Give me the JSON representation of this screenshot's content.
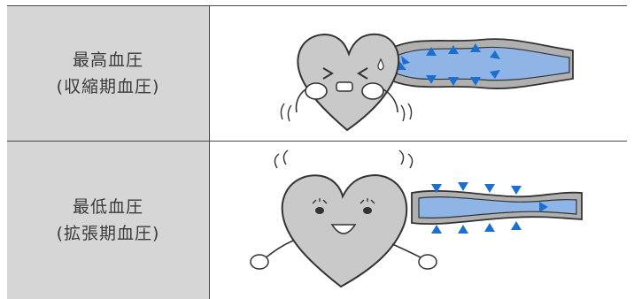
{
  "rows": [
    {
      "label_main": "最高血圧",
      "label_sub": "(収縮期血圧)",
      "illustration_icon": "heart-squeezing-artery-expanding-icon"
    },
    {
      "label_main": "最低血圧",
      "label_sub": "(拡張期血圧)",
      "illustration_icon": "heart-relaxing-artery-recoiling-icon"
    }
  ],
  "colors": {
    "cell_background": "#d6d6d6",
    "border": "#4a4a4a",
    "heart_fill": "#c9c9c9",
    "vessel_wall": "#b0b0b0",
    "blood": "#8fb4e6",
    "arrow": "#1a6fd1",
    "text": "#3a3a3a"
  }
}
